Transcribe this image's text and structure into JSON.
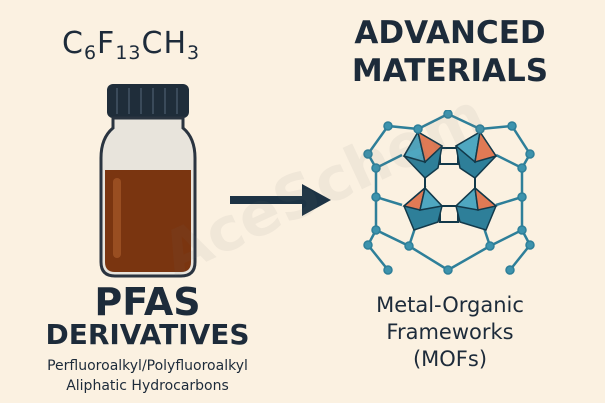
{
  "left": {
    "formula": {
      "c": "C",
      "c_sub": "6",
      "f": "F",
      "f_sub": "13",
      "ch": "CH",
      "ch_sub": "3"
    },
    "title": "PFAS",
    "subtitle": "DERIVATIVES",
    "description_line1": "Perfluoroalkyl/Polyfluoroalkyl",
    "description_line2": "Aliphatic Hydrocarbons"
  },
  "right": {
    "title_line1": "ADVANCED",
    "title_line2": "MATERIALS",
    "label_line1": "Metal-Organic",
    "label_line2": "Frameworks",
    "label_line3": "(MOFs)"
  },
  "watermark": "AceSchem",
  "icons": [
    "bottle-icon",
    "arrow-right-icon",
    "mof-structure-icon"
  ],
  "colors": {
    "background": "#fbf1e1",
    "text": "#1d2b3a",
    "liquid": "#7a3510",
    "cap": "#1f2d3a",
    "framework": "#2e7f99",
    "accent": "#e07a55"
  }
}
